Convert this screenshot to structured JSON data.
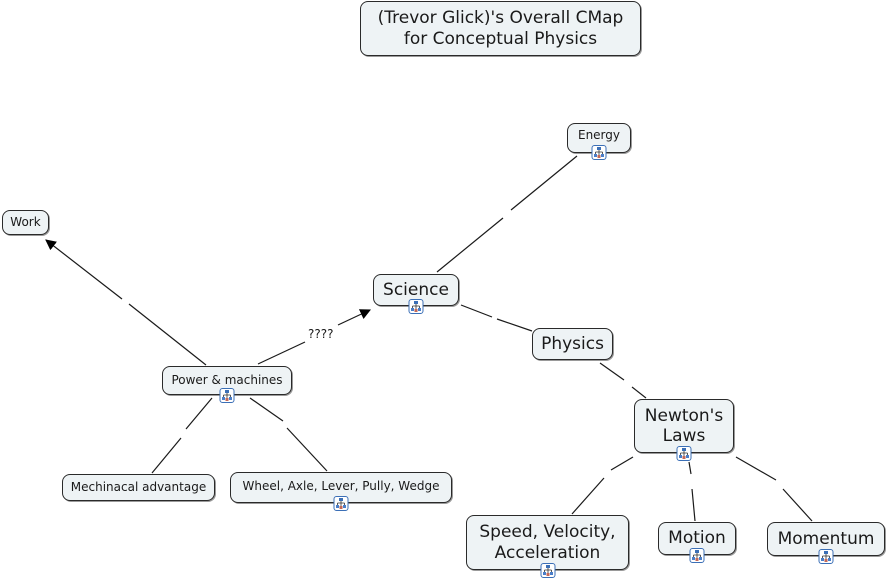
{
  "title": "(Trevor Glick)'s Overall CMap\nfor Conceptual Physics",
  "concepts": {
    "energy": "Energy",
    "work": "Work",
    "science": "Science",
    "physics": "Physics",
    "power": "Power & machines",
    "newton": "Newton's\nLaws",
    "mechanical": "Mechinacal advantage",
    "wheel": "Wheel, Axle, Lever, Pully, Wedge",
    "speed": "Speed, Velocity,\nAcceleration",
    "motion": "Motion",
    "momentum": "Momentum"
  },
  "linking_phrases": {
    "power_to_science": "????"
  },
  "icons": {
    "submap": "submap-icon",
    "arrowhead": "arrowhead-icon"
  },
  "colors": {
    "node_fill": "#eef3f5",
    "node_border": "#2a2a2a",
    "icon_border": "#3b6fb6",
    "line": "#1a1a1a"
  }
}
